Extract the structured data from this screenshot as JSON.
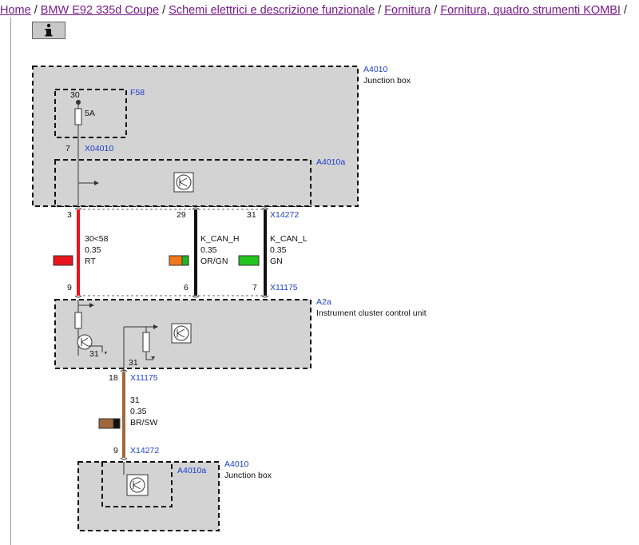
{
  "breadcrumb": {
    "items": [
      "Home",
      "BMW E92 335d Coupe",
      "Schemi elettrici e descrizione funzionale",
      "Fornitura",
      "Fornitura, quadro strumenti KOMBI"
    ],
    "separator": "/"
  },
  "toolbar": {
    "info_icon": "info-icon"
  },
  "diagram": {
    "components": {
      "junction_box_top": {
        "id": "A4010",
        "name": "Junction box"
      },
      "fuse": {
        "id": "F58",
        "pin": "30",
        "rating": "5A"
      },
      "junction_box_top_sub": {
        "id": "A4010a"
      },
      "cluster": {
        "id": "A2a",
        "name": "Instrument cluster control unit"
      },
      "junction_box_bottom": {
        "id": "A4010",
        "name": "Junction box"
      },
      "junction_box_bottom_sub": {
        "id": "A4010a"
      }
    },
    "connectors": {
      "x04010": "X04010",
      "x14272_top": "X14272",
      "x11175_mid": "X11175",
      "x11175_bottom": "X11175",
      "x14272_bottom": "X14272"
    },
    "pins": {
      "fuse_out": "7",
      "jb_red": "3",
      "jb_can_h": "29",
      "jb_can_l": "31",
      "ic_red": "9",
      "ic_can_h": "6",
      "ic_can_l": "7",
      "ic_ground_out": "18",
      "jb_bottom_in": "9",
      "ic_gnd_a": "31",
      "ic_gnd_b": "31"
    },
    "wires": [
      {
        "signal": "30<58",
        "size": "0.35",
        "color_code": "RT",
        "colors": [
          "#e8141c"
        ]
      },
      {
        "signal": "K_CAN_H",
        "size": "0.35",
        "color_code": "OR/GN",
        "colors": [
          "#f07818",
          "#22b522"
        ]
      },
      {
        "signal": "K_CAN_L",
        "size": "0.35",
        "color_code": "GN",
        "colors": [
          "#22c51e"
        ]
      },
      {
        "signal": "31",
        "size": "0.35",
        "color_code": "BR/SW",
        "colors": [
          "#a0683a",
          "#111111"
        ]
      }
    ]
  },
  "colors": {
    "link": "#7a1a8c",
    "component_id": "#1a3fcc",
    "box_fill": "#d3d3d3",
    "wire_red": "#e8141c",
    "wire_black": "#111111",
    "wire_brown": "#a0683a"
  }
}
